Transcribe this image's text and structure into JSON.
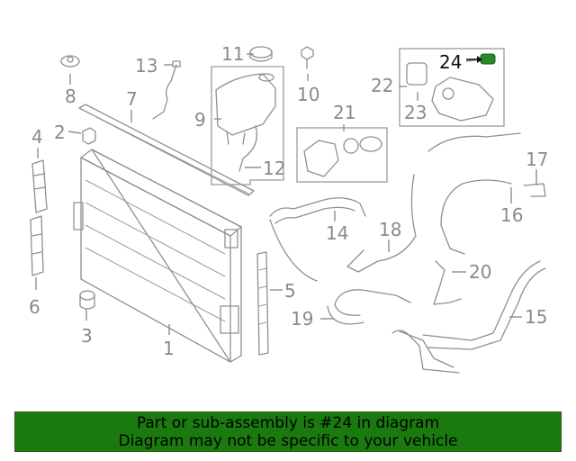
{
  "colors": {
    "banner_background": "#1a7a10",
    "highlight_part": "#2a8a2a",
    "line_art": "#8f8f8f",
    "highlight_callout": "#111111"
  },
  "callouts": {
    "c1": "1",
    "c2": "2",
    "c3": "3",
    "c4": "4",
    "c5": "5",
    "c6": "6",
    "c7": "7",
    "c8": "8",
    "c9": "9",
    "c10": "10",
    "c11": "11",
    "c12": "12",
    "c13": "13",
    "c14": "14",
    "c15": "15",
    "c16": "16",
    "c17": "17",
    "c18": "18",
    "c19": "19",
    "c20": "20",
    "c21": "21",
    "c22": "22",
    "c23": "23",
    "c24": "24"
  },
  "highlighted_part": "24",
  "banner": {
    "line1": "Part or sub-assembly is #24 in diagram",
    "line2": "Diagram may not be specific to your vehicle"
  }
}
